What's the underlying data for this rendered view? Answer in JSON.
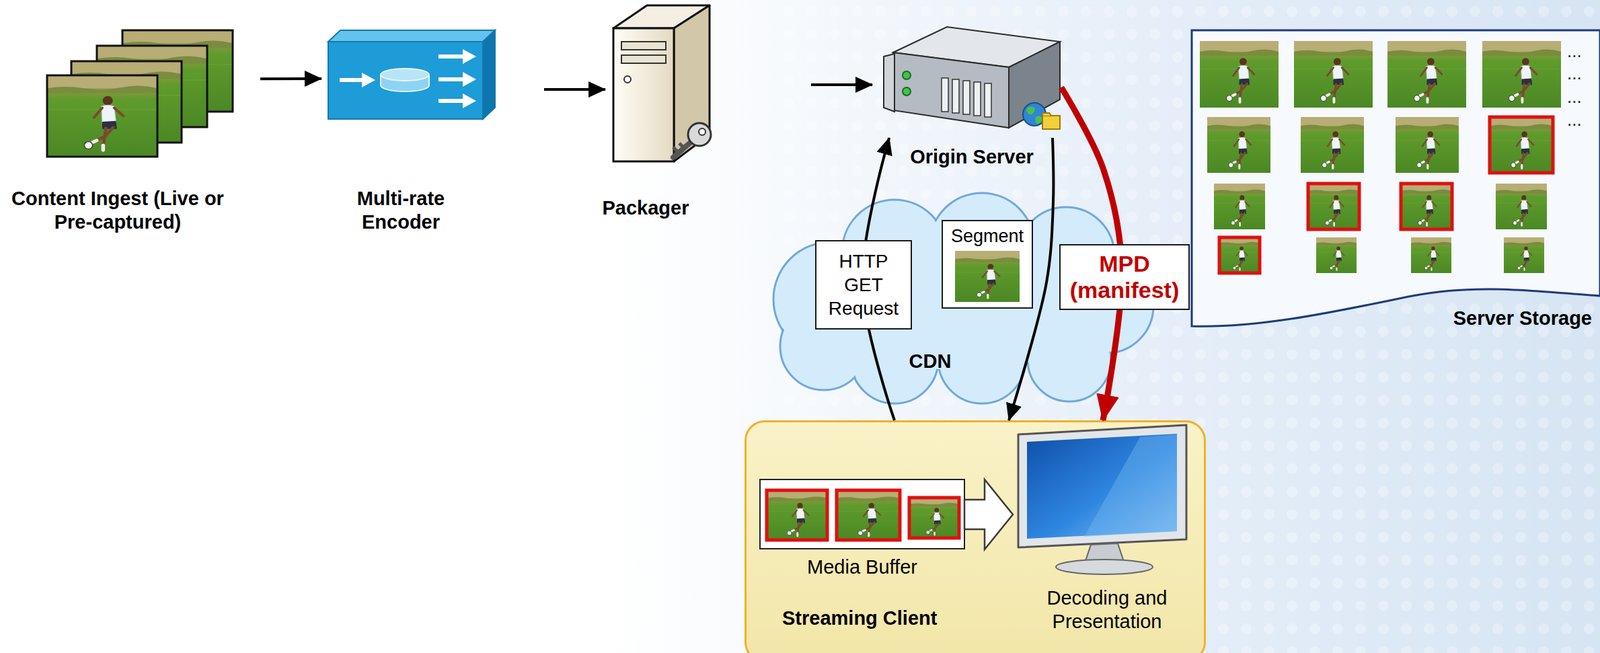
{
  "diagram": {
    "nodes": [
      {
        "text": [
          "Content Ingest (Live or Pre-captured)"
        ]
      },
      {
        "text": [
          "Multi-rate Encoder"
        ]
      },
      {
        "text": [
          "Packager"
        ]
      },
      {
        "text": [
          "Origin Server"
        ]
      },
      {
        "text": [
          "Server Storage"
        ]
      },
      {
        "text": [
          "CDN"
        ]
      },
      {
        "text": [
          "Streaming Client"
        ]
      },
      {
        "text": [
          "Media Buffer"
        ],
        "in": 6
      },
      {
        "text": [
          "Decoding and Presentation"
        ],
        "in": 6
      }
    ],
    "edges": [
      {
        "from": 0,
        "to": 1,
        "arrow": "to"
      },
      {
        "from": 1,
        "to": 2,
        "arrow": "to"
      },
      {
        "from": 2,
        "to": 3,
        "arrow": "to"
      },
      {
        "from": 3,
        "to": 6,
        "label": "Segment",
        "arrow": "to"
      },
      {
        "from": 6,
        "to": 3,
        "label": "HTTP GET Request",
        "arrow": "to"
      },
      {
        "from": 3,
        "to": 6,
        "label": "MPD (manifest)",
        "arrow": "to"
      },
      {
        "from": 7,
        "to": 8,
        "arrow": "to"
      }
    ],
    "labels": [
      "...",
      "...",
      "...",
      "..."
    ]
  }
}
